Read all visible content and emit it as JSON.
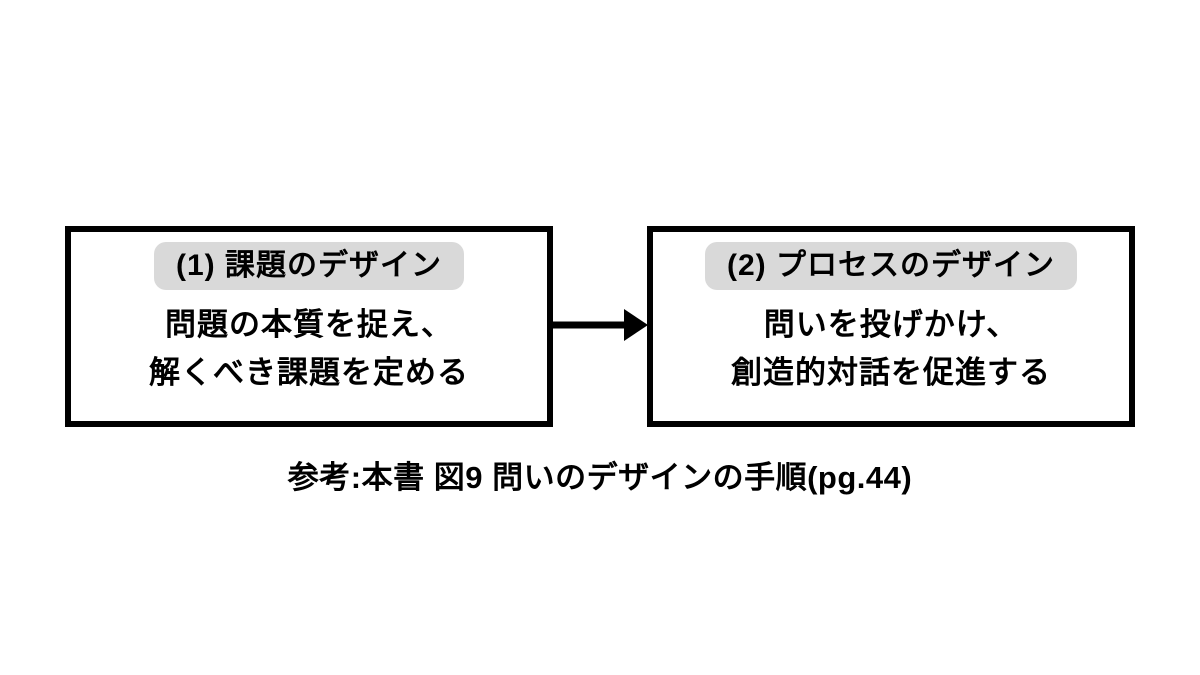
{
  "diagram": {
    "colors": {
      "background": "#ffffff",
      "box_border": "#000000",
      "header_pill_background": "#d9d9d9",
      "text": "#000000",
      "arrow": "#000000"
    },
    "boxes": [
      {
        "header": "(1) 課題のデザイン",
        "body_line1": "問題の本質を捉え、",
        "body_line2": "解くべき課題を定める"
      },
      {
        "header": "(2) プロセスのデザイン",
        "body_line1": "問いを投げかけ、",
        "body_line2": "創造的対話を促進する"
      }
    ],
    "arrow": {
      "direction": "right"
    },
    "caption": "参考:本書 図9 問いのデザインの手順(pg.44)"
  }
}
